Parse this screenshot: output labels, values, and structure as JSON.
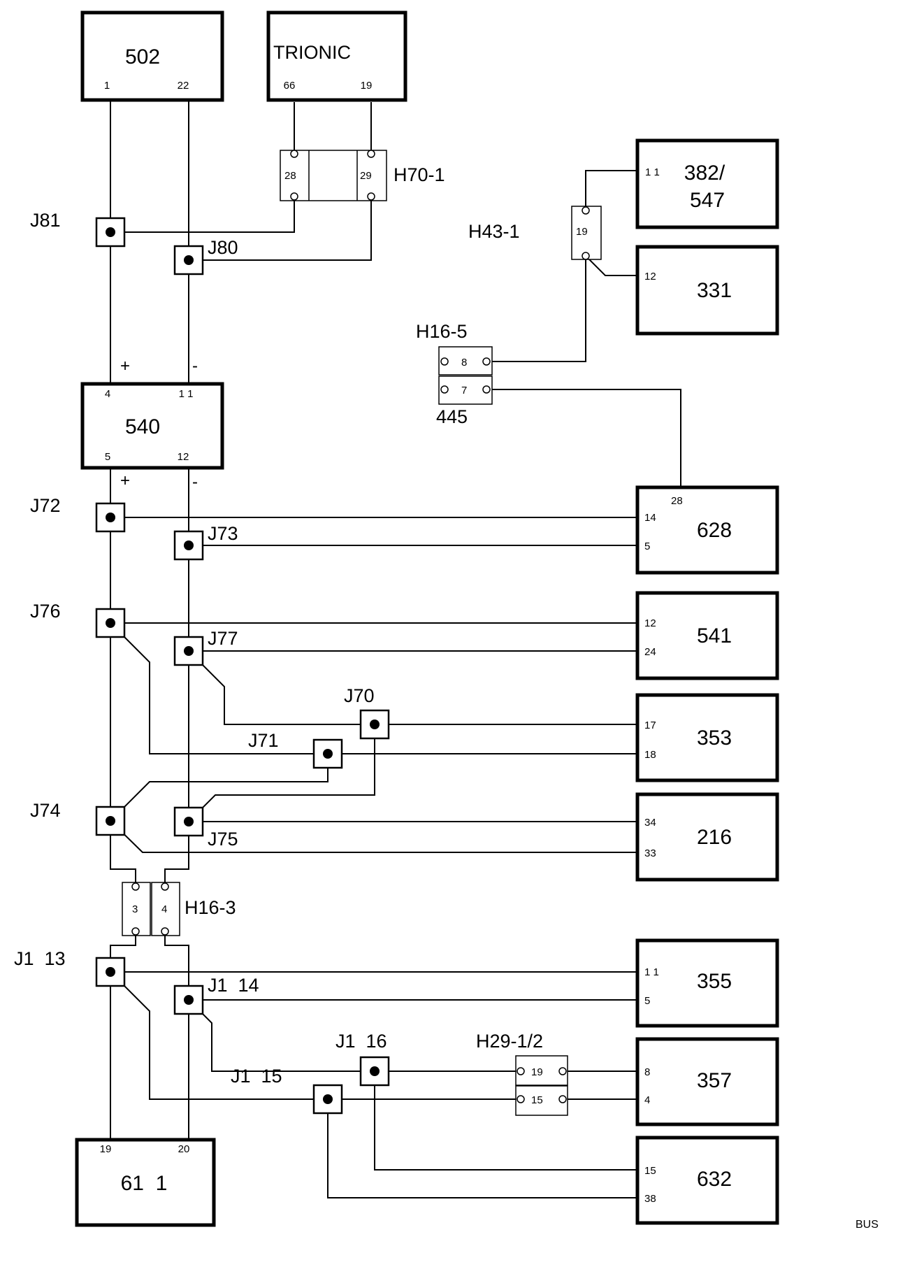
{
  "modules": {
    "m502": {
      "name": "502",
      "pin_a": "1",
      "pin_b": "22"
    },
    "trionic": {
      "name": "TRIONIC",
      "pin_a": "66",
      "pin_b": "19"
    },
    "m382": {
      "name_line1": "382/",
      "name_line2": "547",
      "pin": "1 1"
    },
    "m331": {
      "name": "331",
      "pin": "12"
    },
    "m540": {
      "name": "540",
      "pin_in_plus": "4",
      "pin_in_minus": "1 1",
      "pin_out_plus": "5",
      "pin_out_minus": "12"
    },
    "m628": {
      "name": "628",
      "pin_top": "28",
      "pin_a": "14",
      "pin_b": "5"
    },
    "m541": {
      "name": "541",
      "pin_a": "12",
      "pin_b": "24"
    },
    "m353": {
      "name": "353",
      "pin_a": "17",
      "pin_b": "18"
    },
    "m216": {
      "name": "216",
      "pin_a": "34",
      "pin_b": "33"
    },
    "m355": {
      "name": "355",
      "pin_a": "1 1",
      "pin_b": "5"
    },
    "m357": {
      "name": "357",
      "pin_a": "8",
      "pin_b": "4"
    },
    "m632": {
      "name": "632",
      "pin_a": "15",
      "pin_b": "38"
    },
    "m611": {
      "name": "61  1",
      "pin_a": "19",
      "pin_b": "20"
    }
  },
  "connectors": {
    "h70": {
      "name": "H70-1",
      "pin_a": "28",
      "pin_b": "29"
    },
    "h43": {
      "name": "H43-1",
      "pin": "19"
    },
    "h165": {
      "name": "H16-5",
      "pin_a": "8",
      "pin_b": "7",
      "sub": "445"
    },
    "h163": {
      "name": "H16-3",
      "pin_a": "3",
      "pin_b": "4"
    },
    "h29": {
      "name": "H29-1/2",
      "pin_a": "19",
      "pin_b": "15"
    }
  },
  "junctions": {
    "j81": "J81",
    "j80": "J80",
    "j72": "J72",
    "j73": "J73",
    "j76": "J76",
    "j77": "J77",
    "j70": "J70",
    "j71": "J71",
    "j74": "J74",
    "j75": "J75",
    "j113": "J1  13",
    "j114": "J1  14",
    "j116": "J1  16",
    "j115": "J1  15"
  },
  "signs": {
    "plus": "+",
    "minus": "-"
  },
  "footer": {
    "tag": "BUS"
  }
}
